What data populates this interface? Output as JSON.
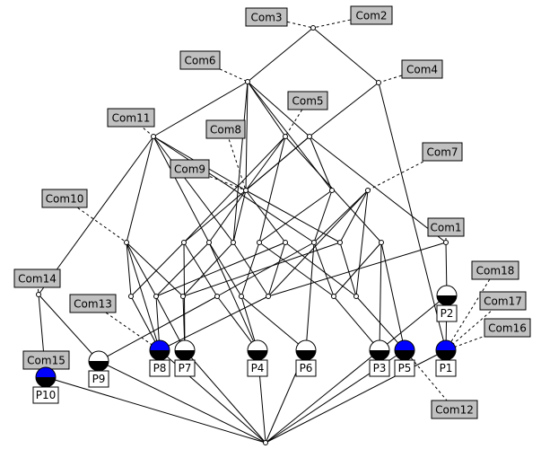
{
  "diagram": {
    "concept_labels": [
      "Com1",
      "Com2",
      "Com3",
      "Com4",
      "Com5",
      "Com6",
      "Com7",
      "Com8",
      "Com9",
      "Com10",
      "Com11",
      "Com12",
      "Com13",
      "Com14",
      "Com15",
      "Com16",
      "Com17",
      "Com18"
    ],
    "object_labels": [
      "P1",
      "P2",
      "P3",
      "P4",
      "P5",
      "P6",
      "P7",
      "P8",
      "P9",
      "P10"
    ],
    "node_style": {
      "half_filled_color": "#0000ff",
      "half_empty_color": "#ffffff",
      "bar_color": "#000000",
      "label_box_fill": "#c0c0c0",
      "object_box_fill": "#ffffff"
    }
  }
}
